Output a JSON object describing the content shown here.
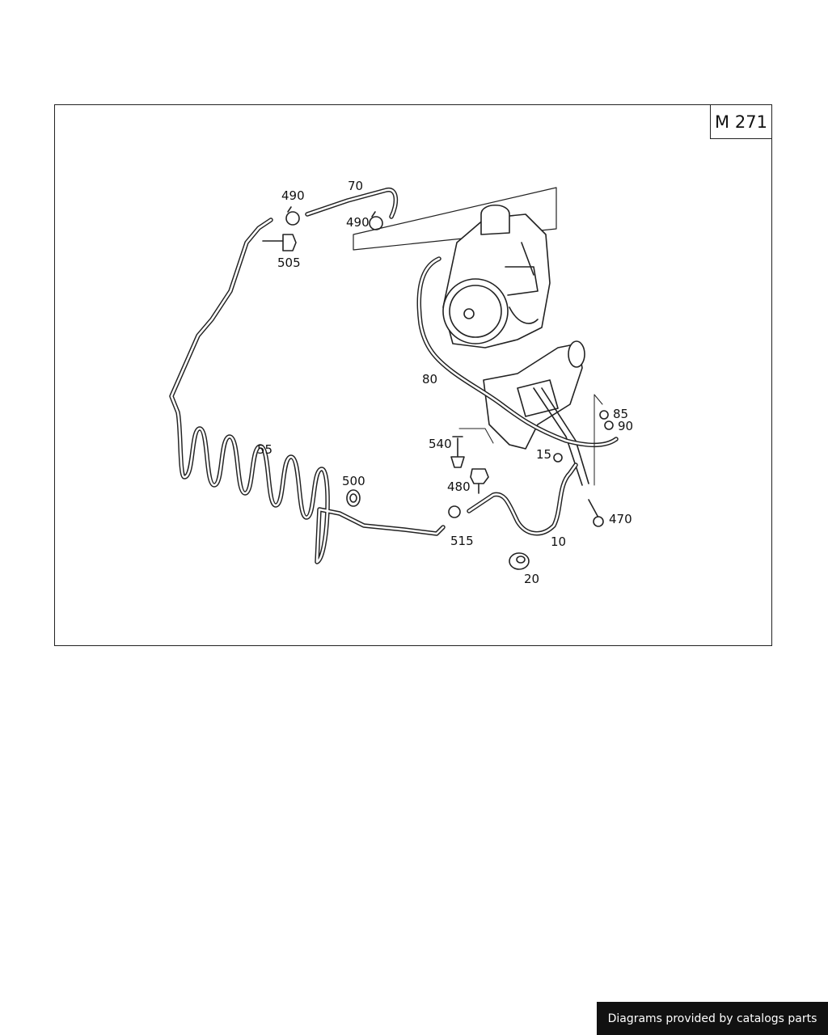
{
  "diagram": {
    "model": "M 271",
    "labels": {
      "p490a": "490",
      "p70": "70",
      "p490b": "490",
      "p505": "505",
      "p80": "80",
      "p85": "85",
      "p90": "90",
      "p55": "55",
      "p540": "540",
      "p15": "15",
      "p480": "480",
      "p500": "500",
      "p470": "470",
      "p515": "515",
      "p10": "10",
      "p20": "20"
    }
  },
  "footer": {
    "credit": "Diagrams provided by catalogs parts"
  }
}
